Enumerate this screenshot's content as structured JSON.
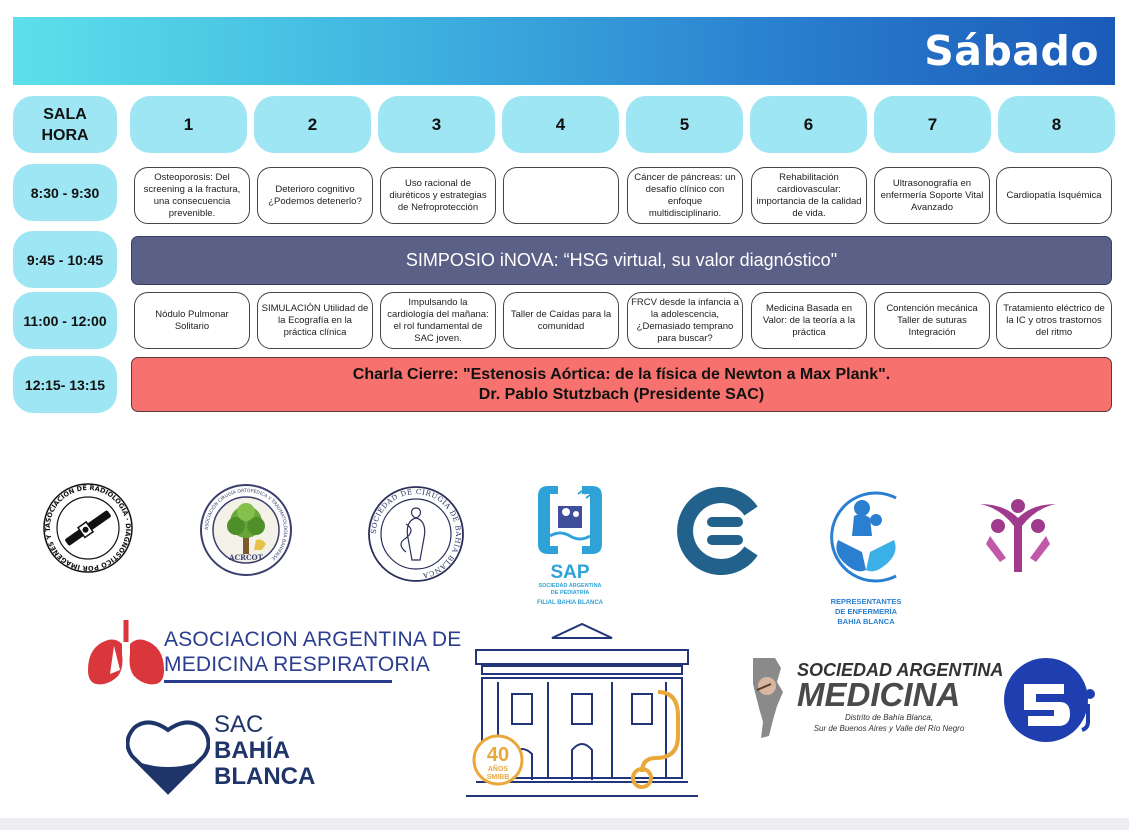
{
  "header": {
    "day": "Sábado"
  },
  "grid": {
    "corner": [
      "SALA",
      "HORA"
    ],
    "rooms": [
      "1",
      "2",
      "3",
      "4",
      "5",
      "6",
      "7",
      "8"
    ],
    "times": [
      "8:30 - 9:30",
      "9:45 - 10:45",
      "11:00 - 12:00",
      "12:15- 13:15"
    ],
    "slot1": [
      "Osteoporosis: Del screening a la fractura, una consecuencia prevenible.",
      "Deterioro cognitivo ¿Podemos detenerlo?",
      "Uso racional de diuréticos y estrategias de Nefroprotección",
      "",
      "Cáncer de páncreas: un desafío clínico con enfoque multidisciplinario.",
      "Rehabilitación cardiovascular: importancia de la calidad de vida.",
      "Ultrasonografía en enfermería Soporte Vital Avanzado",
      "Cardiopatía Isquémica"
    ],
    "symposium": "SIMPOSIO iNOVA:  “HSG virtual, su valor diagnóstico\"",
    "slot3": [
      "Nódulo Pulmonar Solitario",
      "SIMULACIÓN Utilidad de la Ecografía en la práctica clínica",
      "Impulsando la cardiología del mañana: el rol fundamental de SAC joven.",
      "Taller de Caídas para la comunidad",
      "FRCV desde la infancia a la adolescencia, ¿Demasiado temprano para buscar?",
      "Medicina Basada en Valor: de la teoría a la práctica",
      "Contención mecánica Taller de suturas Integración",
      "Tratamiento eléctrico de la IC y otros trastornos del ritmo"
    ],
    "closing_line1": "Charla Cierre: \"Estenosis Aórtica: de la física de Newton a Max Plank\".",
    "closing_line2": "Dr. Pablo Stutzbach (Presidente SAC)"
  },
  "logos": {
    "radiologia": "ASOCIACIÓN DE RADIOLOGÍA · DIAGNÓSTICO POR IMÁGENES Y TERAPIA RADIANTE DE BAHÍA BLANCA",
    "acrcot": "ACRCOT",
    "acrcot_ring": "ASOCIACIÓN CIRUGÍA ORTOPÉDICA Y TRAUMATOLOGÍA BAHIENSE",
    "cirugia": "SOCIEDAD DE CIRUGÍA DE BAHÍA BLANCA",
    "sap_title": "SAP",
    "sap_line1": "SOCIEDAD ARGENTINA",
    "sap_line2": "DE PEDIATRÍA",
    "sap_line3": "FILIAL BAHIA BLANCA",
    "enf_line1": "REPRESENTANTES",
    "enf_line2": "DE ENFERMERÍA",
    "enf_line3": "BAHIA BLANCA",
    "aamr_line1": "ASOCIACION ARGENTINA DE",
    "aamr_line2": "MEDICINA RESPIRATORIA",
    "smibb_40": "40",
    "smibb_anos": "AÑOS",
    "smibb_name": "SMIBB",
    "sam_line1": "SOCIEDAD ARGENTINA",
    "sam_line2": "MEDICINA",
    "sam_line3": "Distrito de Bahía Blanca,",
    "sam_line4": "Sur de Buenos Aires y Valle del Río Negro",
    "sac_line1": "SAC",
    "sac_line2": "BAHÍA",
    "sac_line3": "BLANCA"
  },
  "colors": {
    "pill": "#9ee6f4",
    "symposium": "#5b6087",
    "closing": "#f7726e",
    "aamr_red": "#d9373c",
    "aamr_blue": "#2a3d8f",
    "sap_blue": "#2fa3d8",
    "sac_navy": "#1f3569"
  }
}
